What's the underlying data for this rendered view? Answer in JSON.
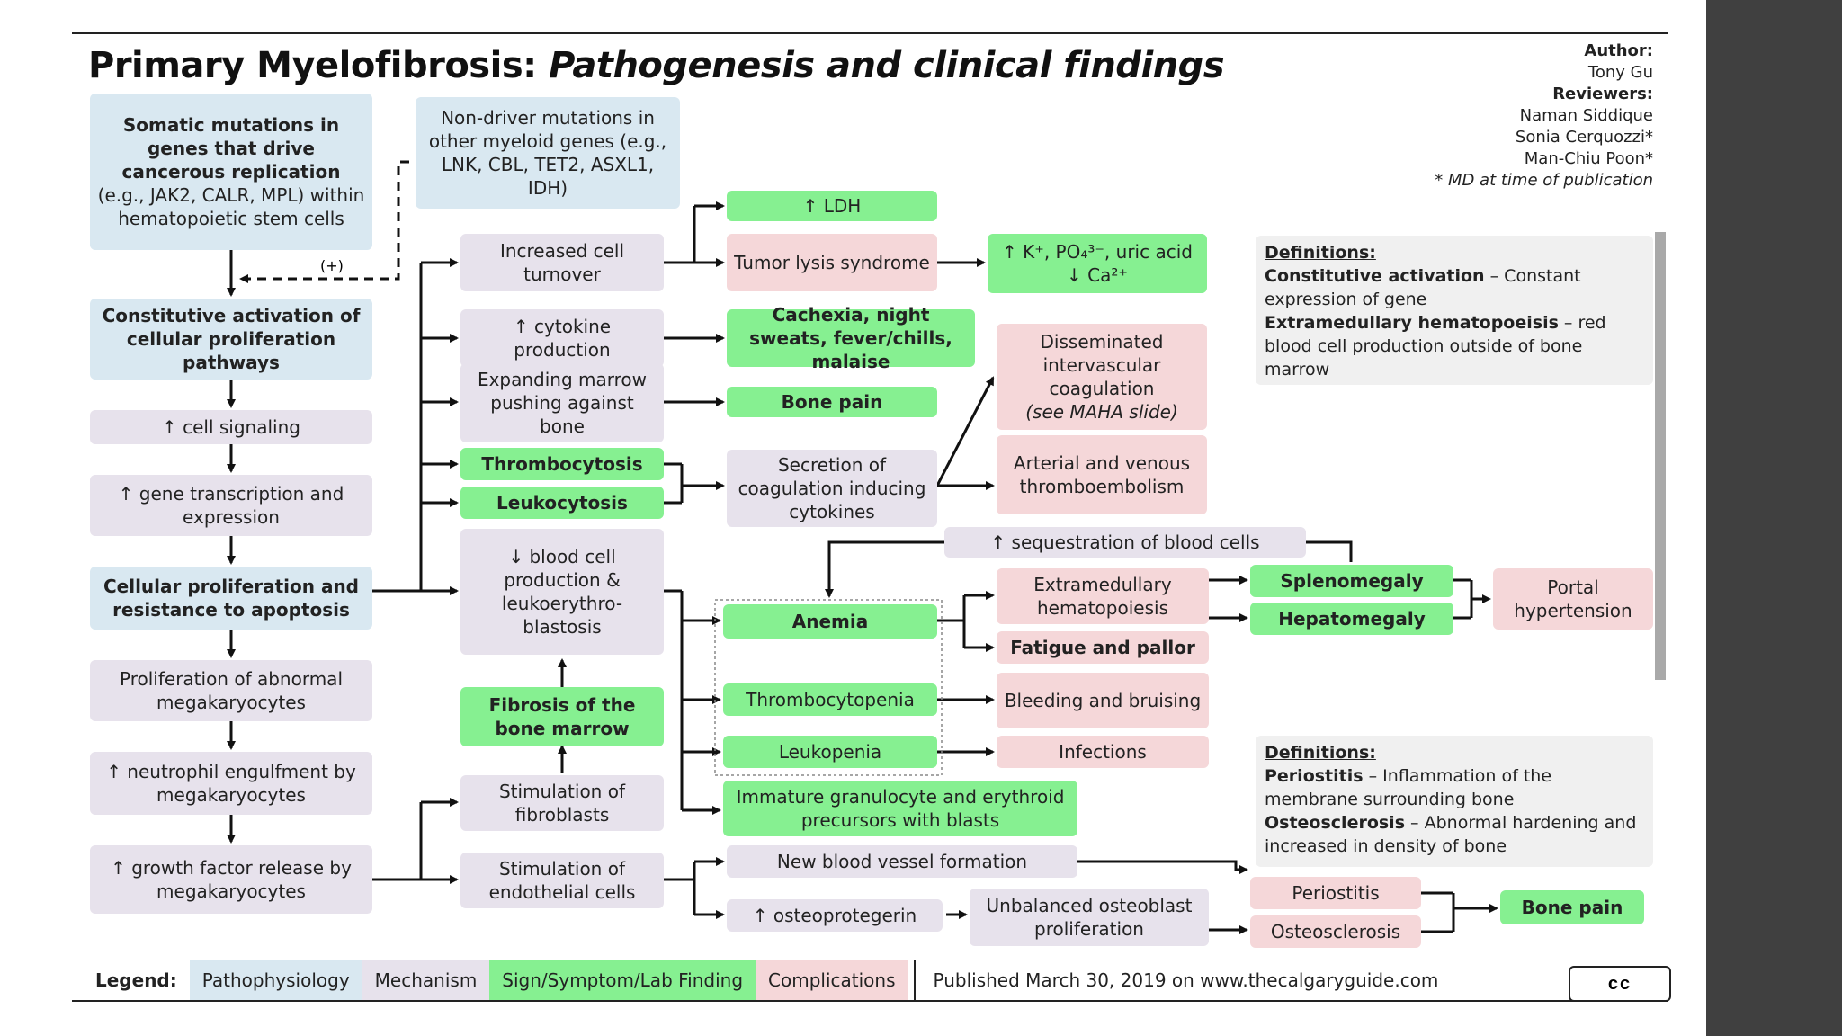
{
  "title": {
    "main": "Primary Myelofibrosis:",
    "sub": "Pathogenesis and clinical findings"
  },
  "authors": {
    "author_label": "Author:",
    "author": "Tony Gu",
    "reviewers_label": "Reviewers:",
    "reviewers": [
      "Naman Siddique",
      "Sonia Cerquozzi*",
      "Man-Chiu Poon*"
    ],
    "note": "* MD at time of publication"
  },
  "boxes": {
    "somatic": "Somatic mutations in genes that drive cancerous replication",
    "somatic_eg": "(e.g., JAK2, CALR, MPL) within hematopoietic stem cells",
    "nondriver": "Non-driver mutations in other myeloid genes (e.g., LNK, CBL, TET2, ASXL1, IDH)",
    "plus": "(+)",
    "constitutive": "Constitutive activation of cellular proliferation pathways",
    "cell_signaling": "↑ cell signaling",
    "gene_transcription": "↑ gene transcription and expression",
    "cellular_prolif": "Cellular proliferation and resistance to apoptosis",
    "prolif_mega": "Proliferation of abnormal megakaryocytes",
    "neutrophil": "↑ neutrophil engulfment by megakaryocytes",
    "growth_factor": "↑ growth factor release by megakaryocytes",
    "cell_turnover": "Increased cell turnover",
    "cytokine": "↑ cytokine production",
    "expanding": "Expanding marrow pushing against bone",
    "thrombocytosis": "Thrombocytosis",
    "leukocytosis": "Leukocytosis",
    "blood_prod": "↓ blood cell production & leukoerythro-blastosis",
    "fibrosis": "Fibrosis of the bone marrow",
    "stim_fibro": "Stimulation of fibroblasts",
    "stim_endo": "Stimulation of endothelial cells",
    "ldh": "↑ LDH",
    "tumor_lysis": "Tumor lysis syndrome",
    "cachexia": "Cachexia, night sweats, fever/chills, malaise",
    "bone_pain_1": "Bone pain",
    "secretion": "Secretion of coagulation inducing cytokines",
    "electrolytes": "↑ K⁺, PO₄³⁻, uric acid ↓ Ca²⁺",
    "dic": "Disseminated intervascular coagulation",
    "dic_note": "(see MAHA slide)",
    "thrombo_emb": "Arterial and venous thromboembolism",
    "sequestration": "↑ sequestration of blood cells",
    "anemia": "Anemia",
    "thrombocytopenia": "Thrombocytopenia",
    "leukopenia": "Leukopenia",
    "immature": "Immature granulocyte and erythroid precursors with blasts",
    "extramed": "Extramedullary hematopoiesis",
    "fatigue": "Fatigue and pallor",
    "bleeding": "Bleeding and bruising",
    "infections": "Infections",
    "splenomegaly": "Splenomegaly",
    "hepatomegaly": "Hepatomegaly",
    "portal": "Portal hypertension",
    "new_vessel": "New blood vessel formation",
    "osteoprotegerin": "↑ osteoprotegerin",
    "unbalanced": "Unbalanced osteoblast proliferation",
    "periostitis": "Periostitis",
    "osteosclerosis": "Osteosclerosis",
    "bone_pain_2": "Bone pain"
  },
  "definitions_1": {
    "heading": "Definitions:",
    "term1": "Constitutive activation",
    "def1": " – Constant expression of gene",
    "term2": "Extramedullary hematopoeisis",
    "def2": " – red blood cell production outside of bone marrow"
  },
  "definitions_2": {
    "heading": "Definitions:",
    "term1": "Periostitis",
    "def1": " – Inflammation of the membrane surrounding bone",
    "term2": "Osteosclerosis",
    "def2": " – Abnormal hardening and increased in density of bone"
  },
  "legend": {
    "label": "Legend:",
    "items": [
      "Pathophysiology",
      "Mechanism",
      "Sign/Symptom/Lab Finding",
      "Complications"
    ],
    "colors": [
      "#d9e8f1",
      "#e7e2ec",
      "#86f091",
      "#f5d7d9"
    ],
    "published": "Published March 30, 2019 on www.thecalgaryguide.com",
    "license": "cc"
  }
}
